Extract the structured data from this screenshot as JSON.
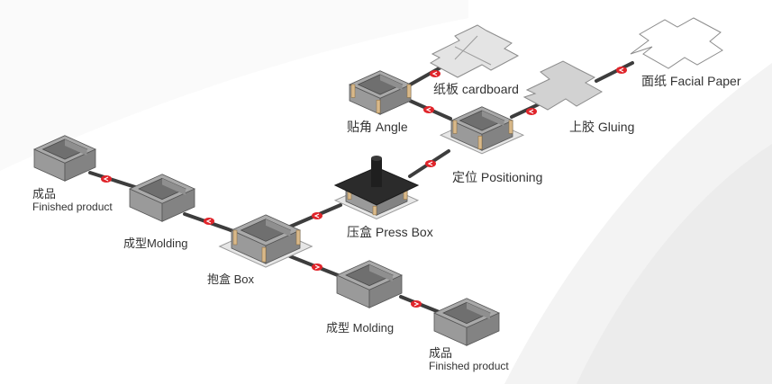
{
  "colors": {
    "background": "#ffffff",
    "box_top": "#a9a9a9",
    "box_left": "#9a9a9a",
    "box_right": "#838383",
    "box_inner": "#6f6f6f",
    "sheet": "#e6e6e6",
    "belt": "#3d3d3d",
    "arrow": "#e0242a",
    "tab": "#d9b98a",
    "press": "#2b2b2b",
    "text": "#333333"
  },
  "labels": {
    "facial_paper": "面纸 Facial Paper",
    "cardboard": "纸板 cardboard",
    "angle": "贴角 Angle",
    "gluing": "上胶 Gluing",
    "positioning": "定位 Positioning",
    "press_box": "压盒  Press Box",
    "finished_1_cn": "成品",
    "finished_1_en": "Finished product",
    "molding_1": "成型Molding",
    "box": "抱盒 Box",
    "molding_2": "成型 Molding",
    "finished_2_cn": "成品",
    "finished_2_en": "Finished product"
  },
  "icons": {
    "arrow": "red-oval-arrow-icon",
    "machine": "press-head-icon"
  }
}
